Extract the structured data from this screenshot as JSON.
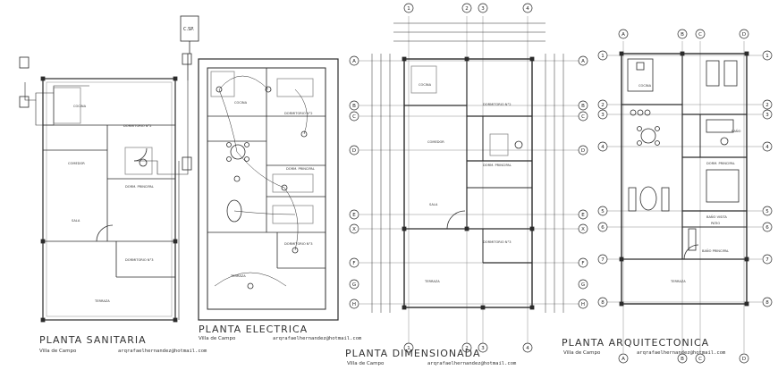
{
  "plans": {
    "sanitaria": {
      "title": "PLANTA SANITARIA",
      "subtitle": "Villa de Campo",
      "email": "arqrafaelhernandez@hotmail.com"
    },
    "electrica": {
      "title": "PLANTA ELECTRICA",
      "subtitle": "Villa de Campo",
      "email": "arqrafaelhernandez@hotmail.com"
    },
    "dimensionada": {
      "title": "PLANTA DIMENSIONADA",
      "subtitle": "Villa de Campo",
      "email": "arqrafaelhernandez@hotmail.com"
    },
    "arquitectonica": {
      "title": "PLANTA ARQUITECTONICA",
      "subtitle": "Villa de Campo",
      "email": "arqrafaelhernandez@hotmail.com"
    }
  },
  "rooms": {
    "cocina": "COCINA",
    "dormitorio2": "DORMITORIO N°2",
    "comedor": "COMEDOR",
    "dormitorio_principal": "DORM. PRINCIPAL",
    "sala": "SALA",
    "dormitorio3": "DORMITORIO N°3",
    "terraza": "TERRAZA",
    "bano": "BAÑO",
    "bano_visita": "BAÑO VISITA",
    "patio": "PATIO",
    "bano_principal": "BAÑO PRINCIPAL"
  },
  "labels": {
    "csp": "C.SP."
  },
  "grid": {
    "cols_dim": [
      "1",
      "2",
      "3",
      "4"
    ],
    "rows_dim": [
      "A",
      "B",
      "C",
      "D",
      "E",
      "X",
      "F",
      "G",
      "H"
    ],
    "cols_arq": [
      "A",
      "B",
      "C",
      "D"
    ],
    "rows_arq": [
      "1",
      "2",
      "3",
      "4",
      "5",
      "6",
      "7",
      "8"
    ]
  },
  "colors": {
    "line": "#2b2b2b",
    "light": "#8a8a8a",
    "background": "#ffffff"
  }
}
